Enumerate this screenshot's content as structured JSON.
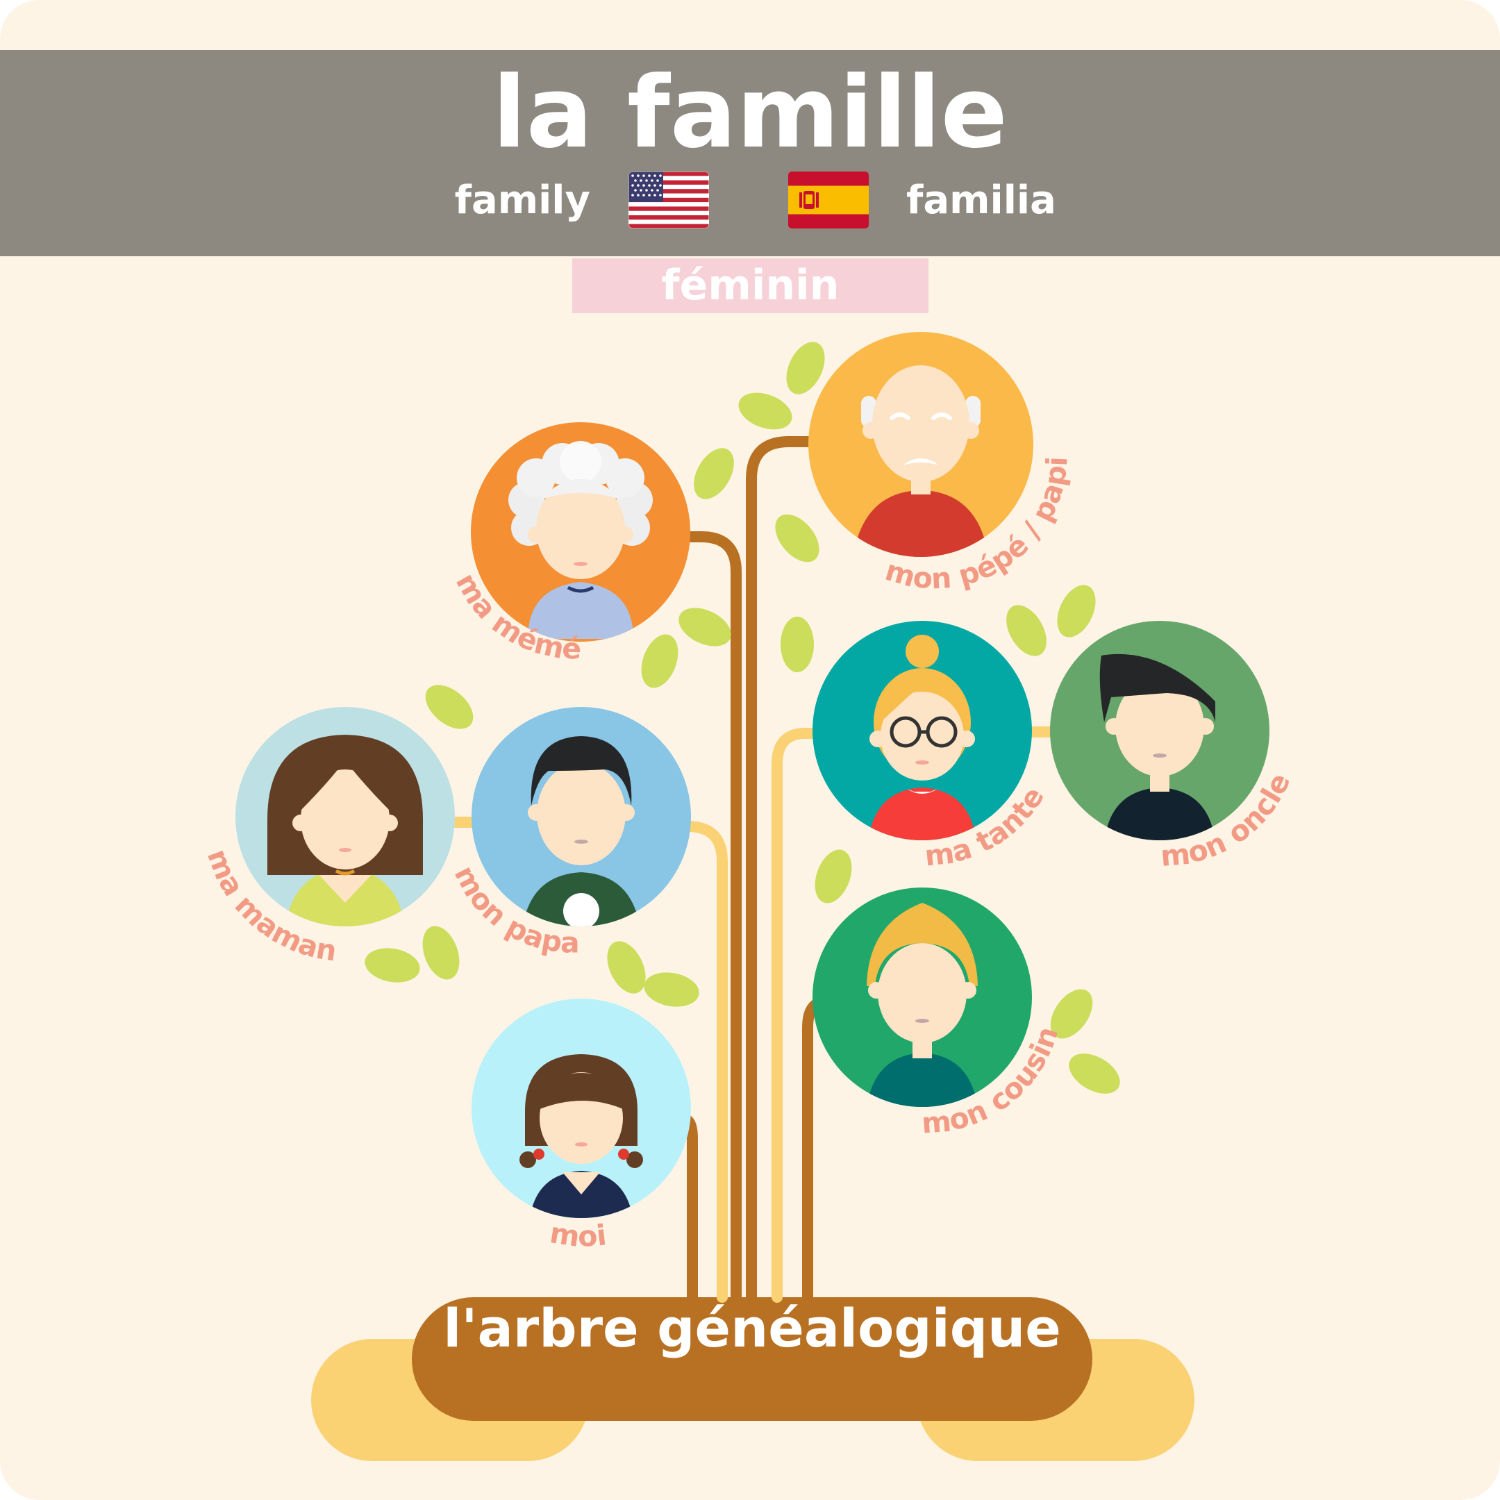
{
  "title": "la famille",
  "translations": {
    "en": "family",
    "es": "familia"
  },
  "flags": {
    "en": "us-flag-icon",
    "es": "spain-flag-icon"
  },
  "gender_badge": "féminin",
  "tree_label": "l'arbre généalogique",
  "members": {
    "grandmother": "ma mémé",
    "grandfather": "mon pépé / papi",
    "mother": "ma maman",
    "father": "mon papa",
    "aunt": "ma tante",
    "uncle": "mon oncle",
    "me": "moi",
    "cousin": "mon cousin"
  },
  "colors": {
    "background": "#fdf4e6",
    "header": "#8d8981",
    "badge": "#f6d1d8",
    "trunk": "#b87022",
    "label": "#f29a84",
    "leaf": "#cbdd5a"
  }
}
